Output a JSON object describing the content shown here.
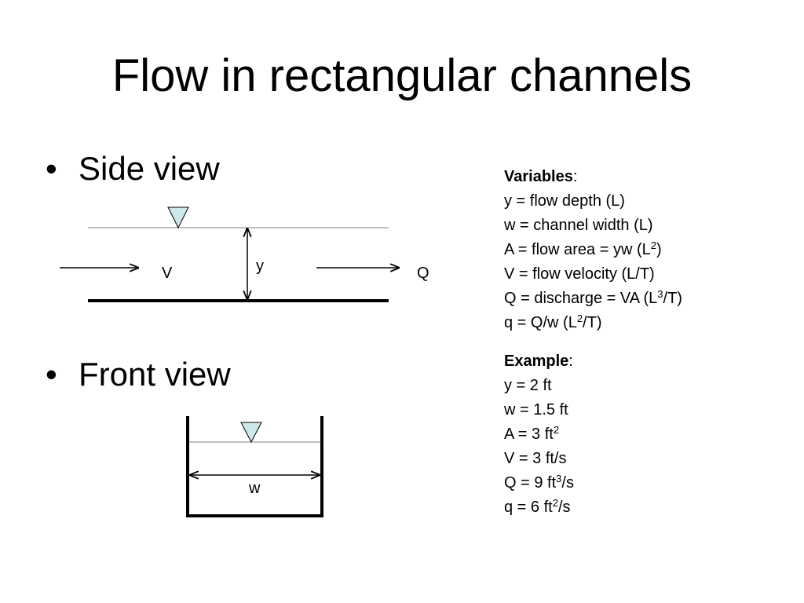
{
  "title": "Flow in rectangular channels",
  "bullets": {
    "side_view": "Side view",
    "front_view": "Front view"
  },
  "side_diagram": {
    "label_V": "V",
    "label_y": "y",
    "label_Q": "Q"
  },
  "front_diagram": {
    "label_w": "w"
  },
  "colors": {
    "water_triangle_fill": "#cde8ea",
    "water_surface_line": "#808080",
    "text": "#000000"
  },
  "variables": {
    "heading": "Variables",
    "lines": [
      [
        "y = flow depth (L)"
      ],
      [
        "w = channel width (L)"
      ],
      [
        "A = flow area = yw (L",
        "2",
        ")"
      ],
      [
        "V = flow velocity (L/T)"
      ],
      [
        "Q = discharge = VA (L",
        "3",
        "/T)"
      ],
      [
        "q = Q/w (L",
        "2",
        "/T)"
      ]
    ]
  },
  "example": {
    "heading": "Example",
    "lines": [
      [
        "y = 2 ft"
      ],
      [
        "w = 1.5 ft"
      ],
      [
        "A = 3 ft",
        "2",
        ""
      ],
      [
        "V = 3 ft/s"
      ],
      [
        "Q = 9 ft",
        "3",
        "/s"
      ],
      [
        "q = 6 ft",
        "2",
        "/s"
      ]
    ]
  }
}
